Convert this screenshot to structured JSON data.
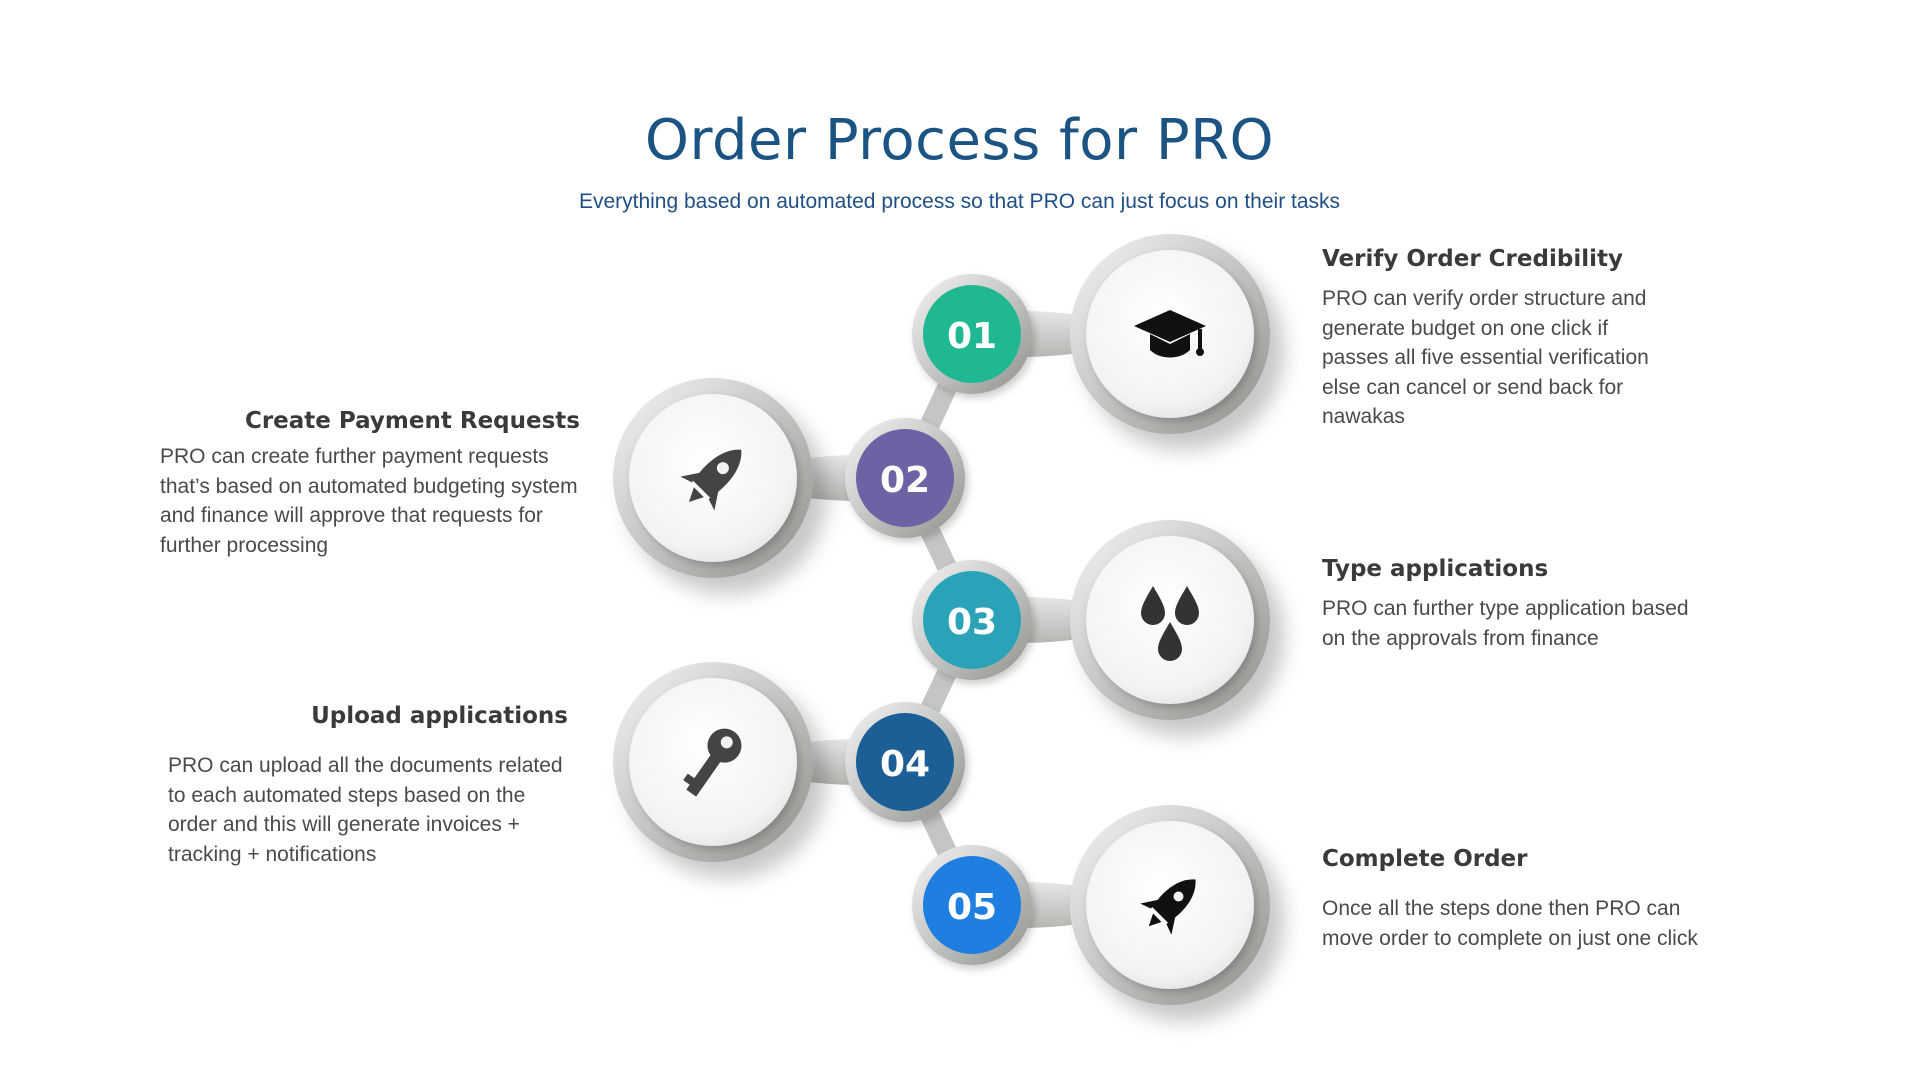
{
  "header": {
    "title": "Order Process for PRO",
    "subtitle": "Everything based on automated process so that PRO can just focus on their tasks"
  },
  "steps": [
    {
      "number": "01",
      "title": "Verify Order Credibility",
      "description": "PRO can verify order structure and generate budget on one click if passes all five essential verification else can cancel or send back for nawakas",
      "icon": "graduation-cap-icon",
      "color": "#1fb893",
      "side": "right"
    },
    {
      "number": "02",
      "title": "Create Payment Requests",
      "description": "PRO can create further payment requests that’s based on automated budgeting system and finance will approve that requests for further processing",
      "icon": "rocket-icon",
      "color": "#6c63a5",
      "side": "left"
    },
    {
      "number": "03",
      "title": "Type applications",
      "description": "PRO can further type application based on the approvals from finance",
      "icon": "drops-icon",
      "color": "#2aa3b8",
      "side": "right"
    },
    {
      "number": "04",
      "title": "Upload applications",
      "description": "PRO can upload all the documents related to each automated steps based on the order and this will generate invoices + tracking + notifications",
      "icon": "key-icon",
      "color": "#1b5f96",
      "side": "left"
    },
    {
      "number": "05",
      "title": "Complete Order",
      "description": "Once all the steps done then PRO can move order to complete on just one click",
      "icon": "rocket-icon",
      "color": "#1e7fe0",
      "side": "right"
    }
  ]
}
